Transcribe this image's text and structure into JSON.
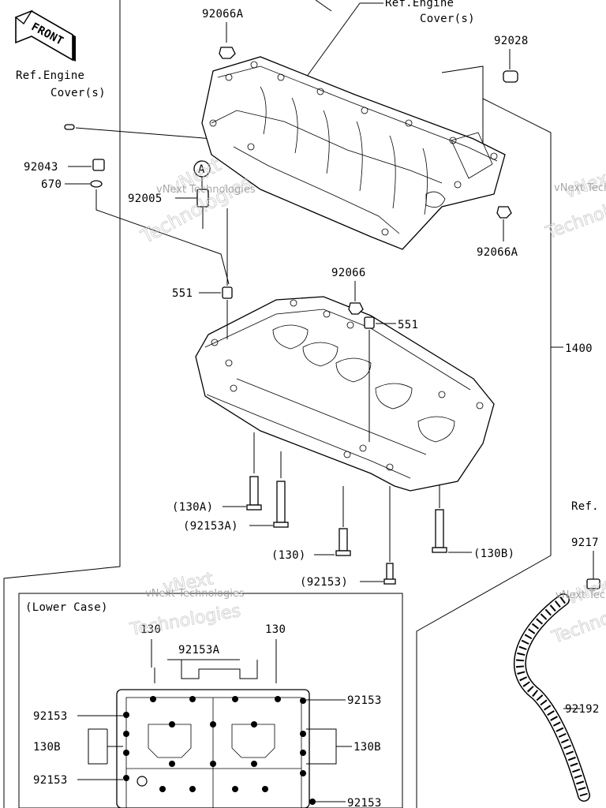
{
  "front_badge": "FRONT",
  "ref_engine_cover_top": [
    "Ref.Engine",
    "Cover(s)"
  ],
  "ref_engine_cover_left": [
    "Ref.Engine",
    "Cover(s)"
  ],
  "ref_right": "Ref.",
  "lower_case_title": "(Lower Case)",
  "callout_A": "A",
  "watermark": {
    "brand": "vNext",
    "word": "Technologies",
    "caption": "vNext Technologies"
  },
  "labels": {
    "p92066A_top": "92066A",
    "p92028": "92028",
    "p92043": "92043",
    "p670": "670",
    "p92005": "92005",
    "p92066A_right": "92066A",
    "p551_left": "551",
    "p92066": "92066",
    "p551_right": "551",
    "p1400": "1400",
    "p130A": "(130A)",
    "p92153A_mid": "(92153A)",
    "p130_mid": "(130)",
    "p130B_mid": "(130B)",
    "p92153_mid": "(92153)",
    "p9217": "9217",
    "p92192": "92192",
    "lc_130_left": "130",
    "lc_130_right": "130",
    "lc_92153A": "92153A",
    "lc_92153_l1": "92153",
    "lc_130B_l": "130B",
    "lc_92153_l2": "92153",
    "lc_92153_r1": "92153",
    "lc_130B_r": "130B",
    "lc_92153_r2": "92153"
  }
}
